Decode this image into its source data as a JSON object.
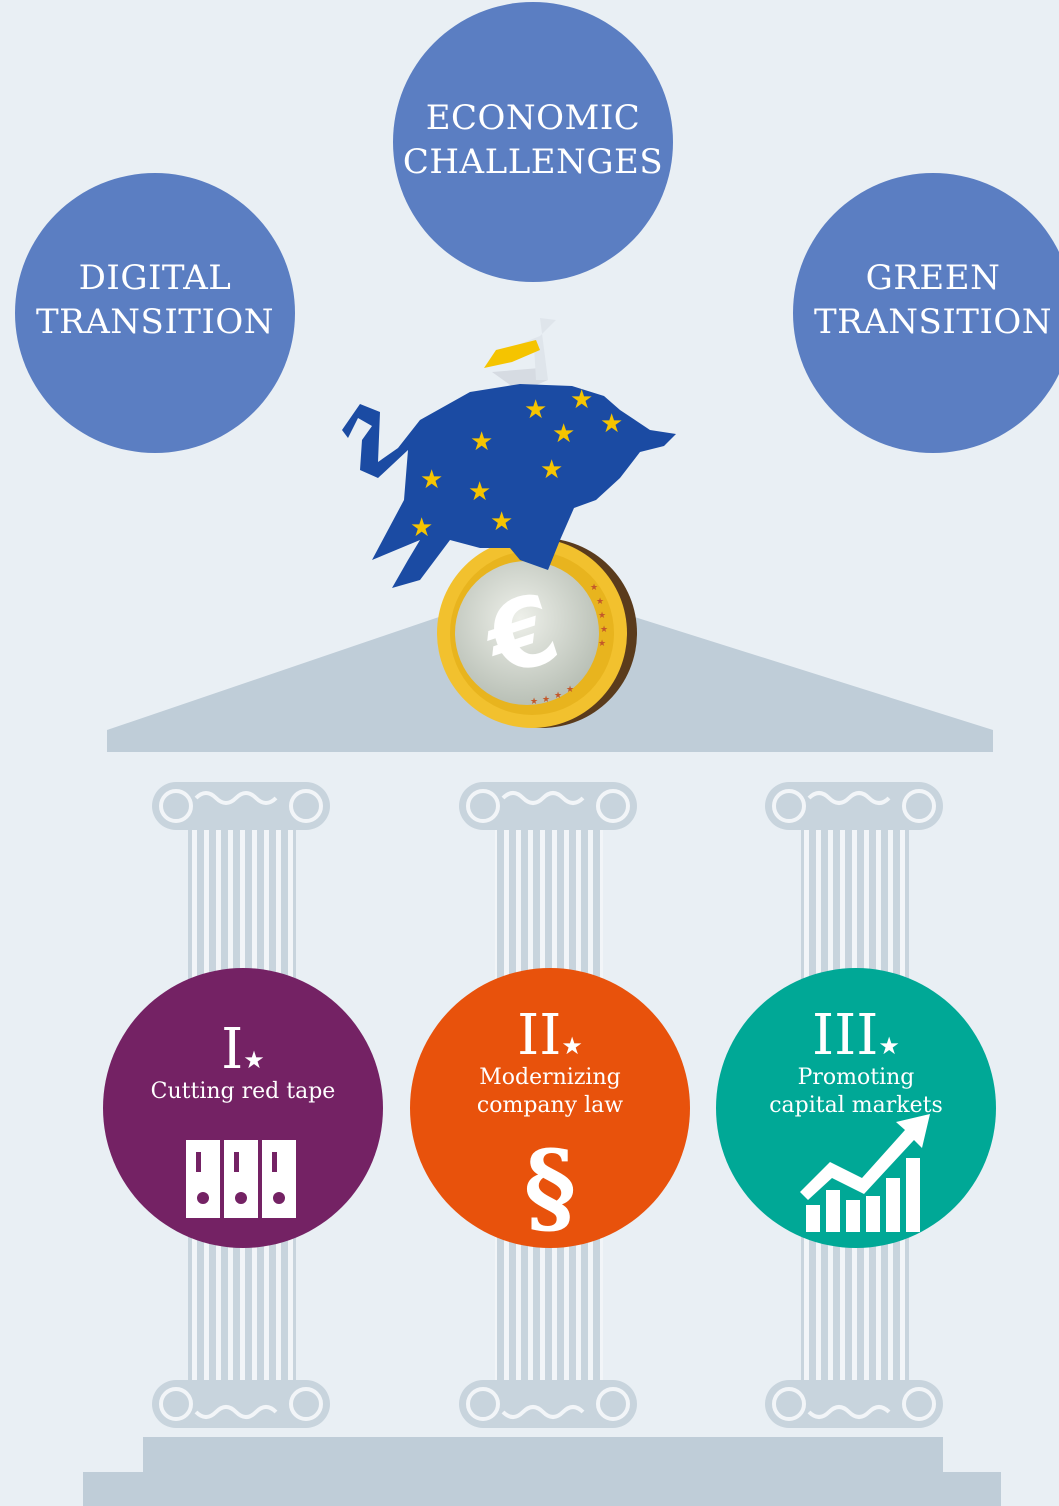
{
  "challenges": {
    "economic": {
      "line1": "ECONOMIC",
      "line2": "CHALLENGES"
    },
    "digital": {
      "line1": "DIGITAL",
      "line2": "TRANSITION"
    },
    "green": {
      "line1": "GREEN",
      "line2": "TRANSITION"
    }
  },
  "pillars": [
    {
      "numeral": "I",
      "line1": "Cutting red tape",
      "line2": "",
      "color": "#742264",
      "icon": "binders-icon"
    },
    {
      "numeral": "II",
      "line1": "Modernizing",
      "line2": "company law",
      "color": "#e8520c",
      "icon": "section-sign-icon"
    },
    {
      "numeral": "III",
      "line1": "Promoting",
      "line2": "capital markets",
      "color": "#00a896",
      "icon": "growth-chart-icon"
    }
  ],
  "colors": {
    "challenge_circle": "#5b7ec2",
    "temple": "#bfcdd8",
    "column": "#c8d4dd",
    "column_groove": "#9fb3c3",
    "background": "#e9eff4",
    "bull_blue": "#1b4ba3",
    "star_yellow": "#f5c400",
    "coin_gold": "#f2c12e"
  }
}
